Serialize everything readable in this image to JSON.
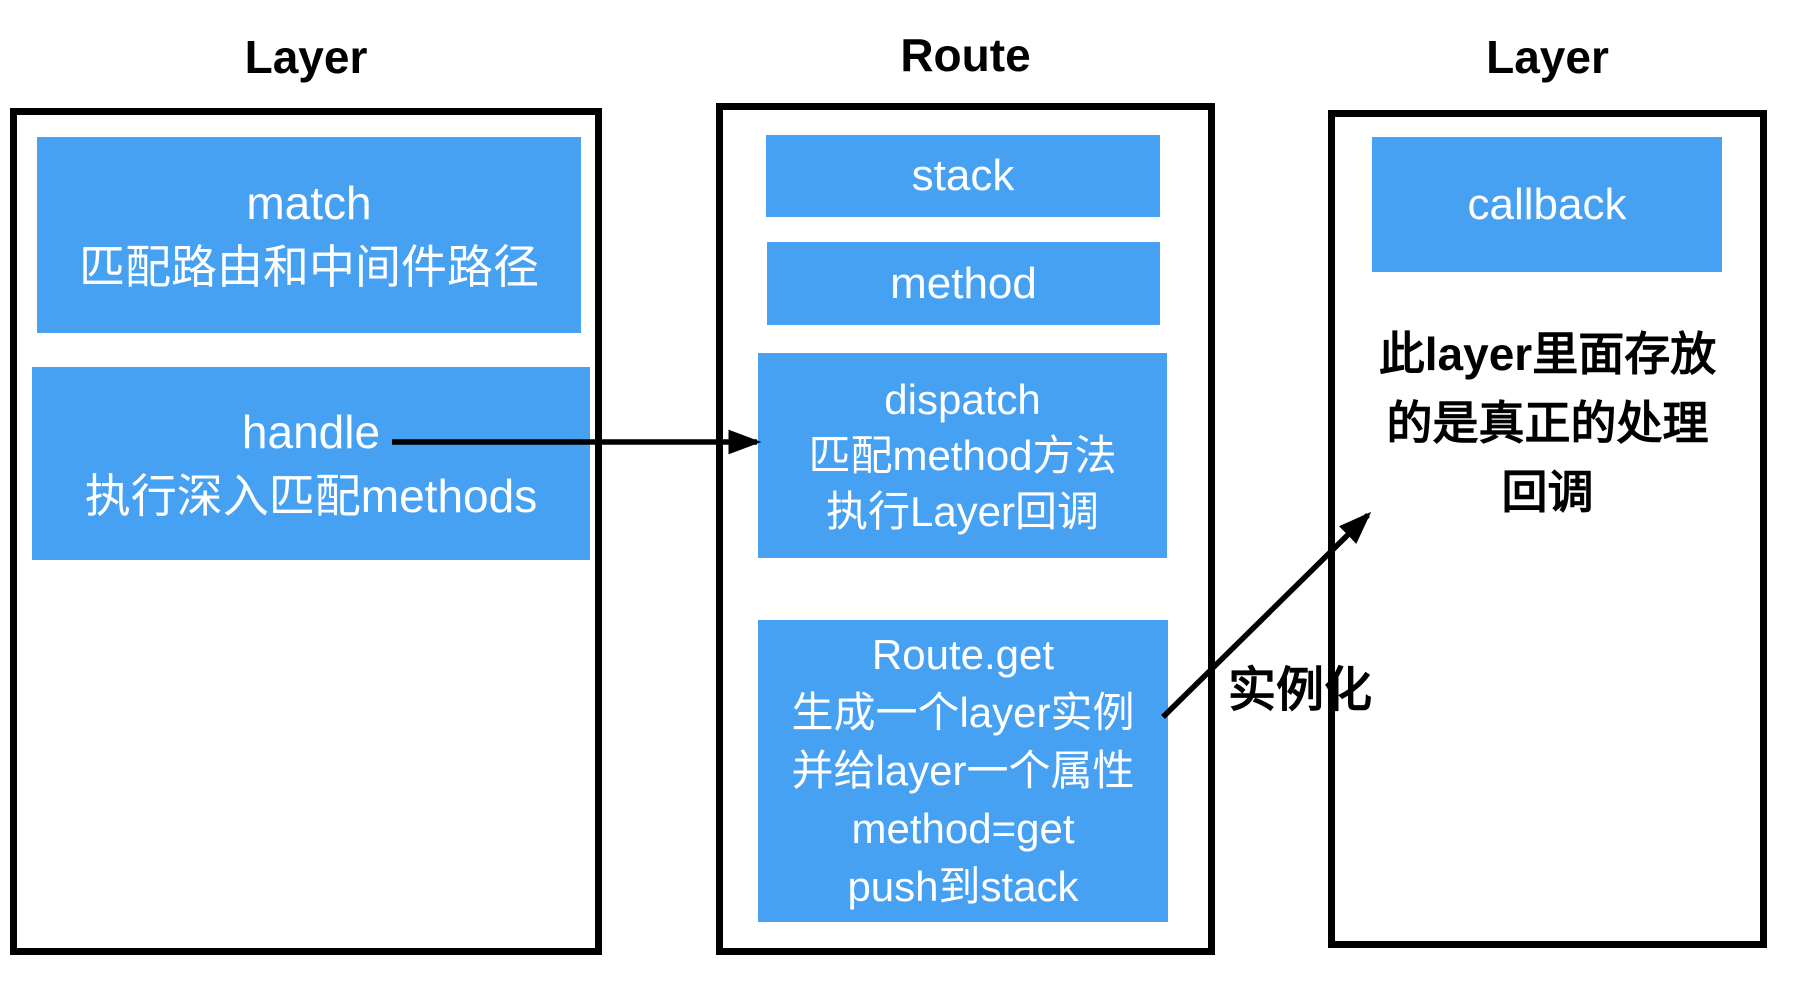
{
  "colors": {
    "box_fill_blue": "#47a1f3",
    "box_text_white": "#ffffff",
    "outline_black": "#000000",
    "background": "#ffffff"
  },
  "columns": [
    {
      "title": "Layer",
      "boxes": [
        {
          "name": "match",
          "lines": [
            "match",
            "匹配路由和中间件路径"
          ]
        },
        {
          "name": "handle",
          "lines": [
            "handle",
            "执行深入匹配methods"
          ]
        }
      ]
    },
    {
      "title": "Route",
      "boxes": [
        {
          "name": "stack",
          "lines": [
            "stack"
          ]
        },
        {
          "name": "method",
          "lines": [
            "method"
          ]
        },
        {
          "name": "dispatch",
          "lines": [
            "dispatch",
            "匹配method方法",
            "执行Layer回调"
          ]
        },
        {
          "name": "route-get",
          "lines": [
            "Route.get",
            "生成一个layer实例",
            "并给layer一个属性",
            "method=get",
            "push到stack"
          ]
        }
      ]
    },
    {
      "title": "Layer",
      "boxes": [
        {
          "name": "callback",
          "lines": [
            "callback"
          ]
        }
      ],
      "note_lines": [
        "此layer里面存放",
        "的是真正的处理",
        "回调"
      ]
    }
  ],
  "arrows": {
    "instantiate_label": "实例化"
  }
}
